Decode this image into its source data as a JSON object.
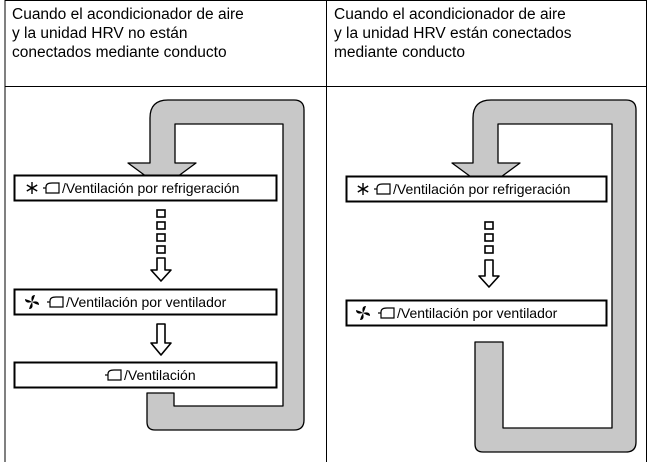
{
  "columns": [
    {
      "header_lines": [
        "Cuando el acondicionador de aire",
        "y la unidad HRV no están",
        "conectados mediante conducto"
      ],
      "modes": [
        {
          "icon": "snowflake-icon",
          "label": "/Ventilación por refrigeración"
        },
        {
          "icon": "fan-icon",
          "label": "/Ventilación por ventilador"
        },
        {
          "icon": "",
          "label": "/Ventilación"
        }
      ]
    },
    {
      "header_lines": [
        "Cuando el acondicionador de aire",
        "y la unidad HRV están conectados",
        "mediante conducto"
      ],
      "modes": [
        {
          "icon": "snowflake-icon",
          "label": "/Ventilación por refrigeración"
        },
        {
          "icon": "fan-icon",
          "label": "/Ventilación por ventilador"
        }
      ]
    }
  ],
  "colors": {
    "loop_fill": "#c8c8c8",
    "line": "#000000"
  }
}
